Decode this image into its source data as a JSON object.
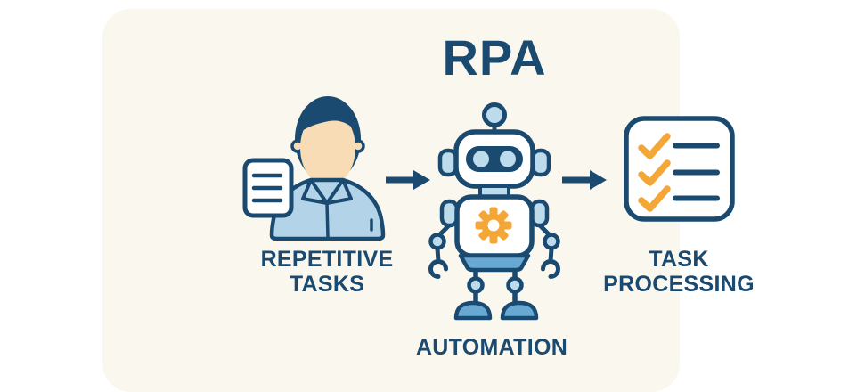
{
  "title": "RPA",
  "flow": {
    "steps": [
      {
        "label": "REPETITIVE TASKS",
        "icon": "person-with-document-icon"
      },
      {
        "label": "AUTOMATION",
        "icon": "robot-icon"
      },
      {
        "label": "TASK PROCESSING",
        "icon": "checklist-icon"
      }
    ],
    "connector_icon": "right-arrow-icon",
    "connector_count": 2
  },
  "checklist": {
    "rows": 3,
    "row_style": "orange check + navy line"
  },
  "document": {
    "lines": 3
  },
  "colors": {
    "navy": "#1b4a70",
    "orange": "#f4a637",
    "pale_blue": "#bcdcee",
    "shirt_blue": "#b3d4e8",
    "medium_blue": "#68a9d3",
    "skin": "#f7dcb5",
    "card_background": "#faf7ef",
    "page_background": "#ffffff",
    "icon_fill": "#ffffff"
  }
}
